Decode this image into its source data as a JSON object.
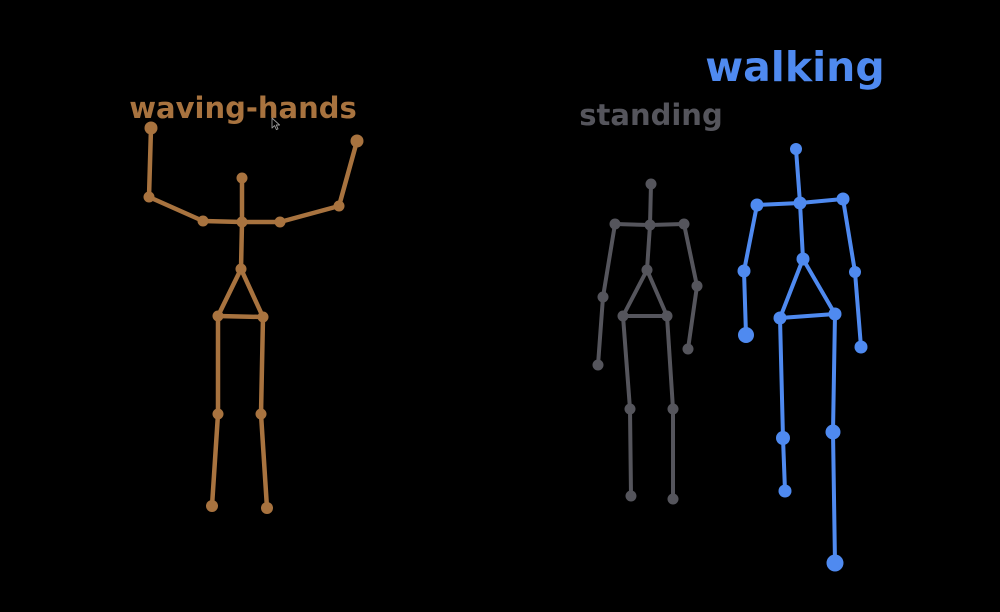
{
  "scene": {
    "background_color": "#000000",
    "figures": [
      {
        "id": "waving",
        "label": "waving-hands",
        "color": "#A8733F"
      },
      {
        "id": "standing",
        "label": "standing",
        "color": "#55555C"
      },
      {
        "id": "walking",
        "label": "walking",
        "color": "#4F8AF0"
      }
    ],
    "cursor_icon": "mouse-pointer-icon"
  }
}
